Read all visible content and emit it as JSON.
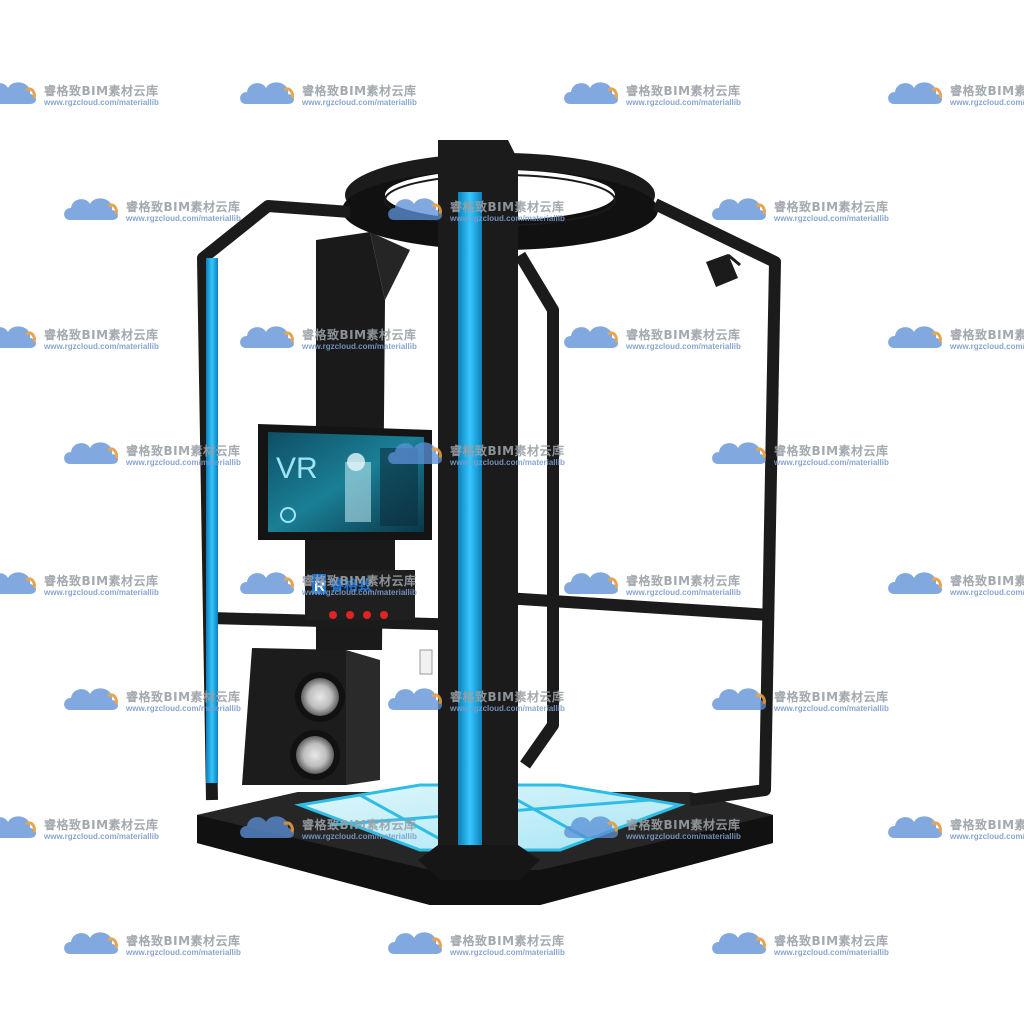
{
  "watermark": {
    "brand": "BIM",
    "title": "睿格致BIM素材云库",
    "url": "www.rgzcloud.com/materiallib"
  },
  "machine": {
    "screen_text": "VR",
    "panel_logo": "睿格致",
    "panel_logo_letter": "R",
    "frame_color": "#1b1b1b",
    "accent_color": "#21b6f0",
    "button_color": "#e02424"
  }
}
